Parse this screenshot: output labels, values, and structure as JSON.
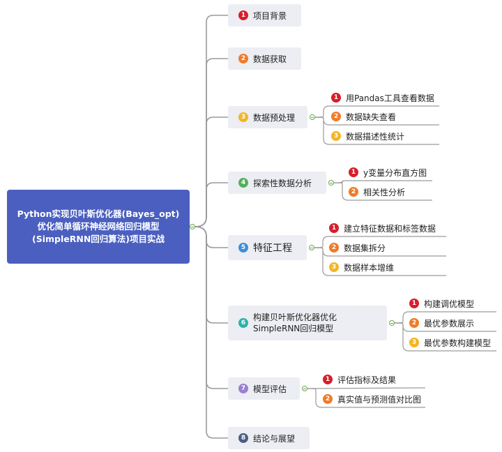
{
  "root": {
    "title": "Python实现贝叶斯优化器(Bayes_opt)优化简单循环神经网络回归模型(SimpleRNN回归算法)项目实战"
  },
  "colors": {
    "root": "#4a5fbf",
    "node_bg": "#eceef3",
    "line": "#9a9a9a",
    "badge_1": "#d81e2c",
    "badge_2": "#f07b27",
    "badge_3": "#f4b425",
    "badge_4": "#53b05c",
    "badge_5": "#3f8ed8",
    "badge_6": "#2bb3a9",
    "badge_7": "#9b7fd0",
    "badge_8": "#4a5f82"
  },
  "sections": [
    {
      "num": "1",
      "label": "项目背景",
      "children": []
    },
    {
      "num": "2",
      "label": "数据获取",
      "children": []
    },
    {
      "num": "3",
      "label": "数据预处理",
      "children": [
        {
          "num": "1",
          "label": "用Pandas工具查看数据"
        },
        {
          "num": "2",
          "label": "数据缺失查看"
        },
        {
          "num": "3",
          "label": "数据描述性统计"
        }
      ]
    },
    {
      "num": "4",
      "label": "探索性数据分析",
      "children": [
        {
          "num": "1",
          "label": "y变量分布直方图"
        },
        {
          "num": "2",
          "label": "相关性分析"
        }
      ]
    },
    {
      "num": "5",
      "label": "特征工程",
      "children": [
        {
          "num": "1",
          "label": "建立特征数据和标签数据"
        },
        {
          "num": "2",
          "label": "数据集拆分"
        },
        {
          "num": "3",
          "label": "数据样本增维"
        }
      ]
    },
    {
      "num": "6",
      "label": "构建贝叶斯优化器优化SimpleRNN回归模型",
      "children": [
        {
          "num": "1",
          "label": "构建调优模型"
        },
        {
          "num": "2",
          "label": "最优参数展示"
        },
        {
          "num": "3",
          "label": "最优参数构建模型"
        }
      ]
    },
    {
      "num": "7",
      "label": "模型评估",
      "children": [
        {
          "num": "1",
          "label": "评估指标及结果"
        },
        {
          "num": "2",
          "label": "真实值与预测值对比图"
        }
      ]
    },
    {
      "num": "8",
      "label": "结论与展望",
      "children": []
    }
  ]
}
